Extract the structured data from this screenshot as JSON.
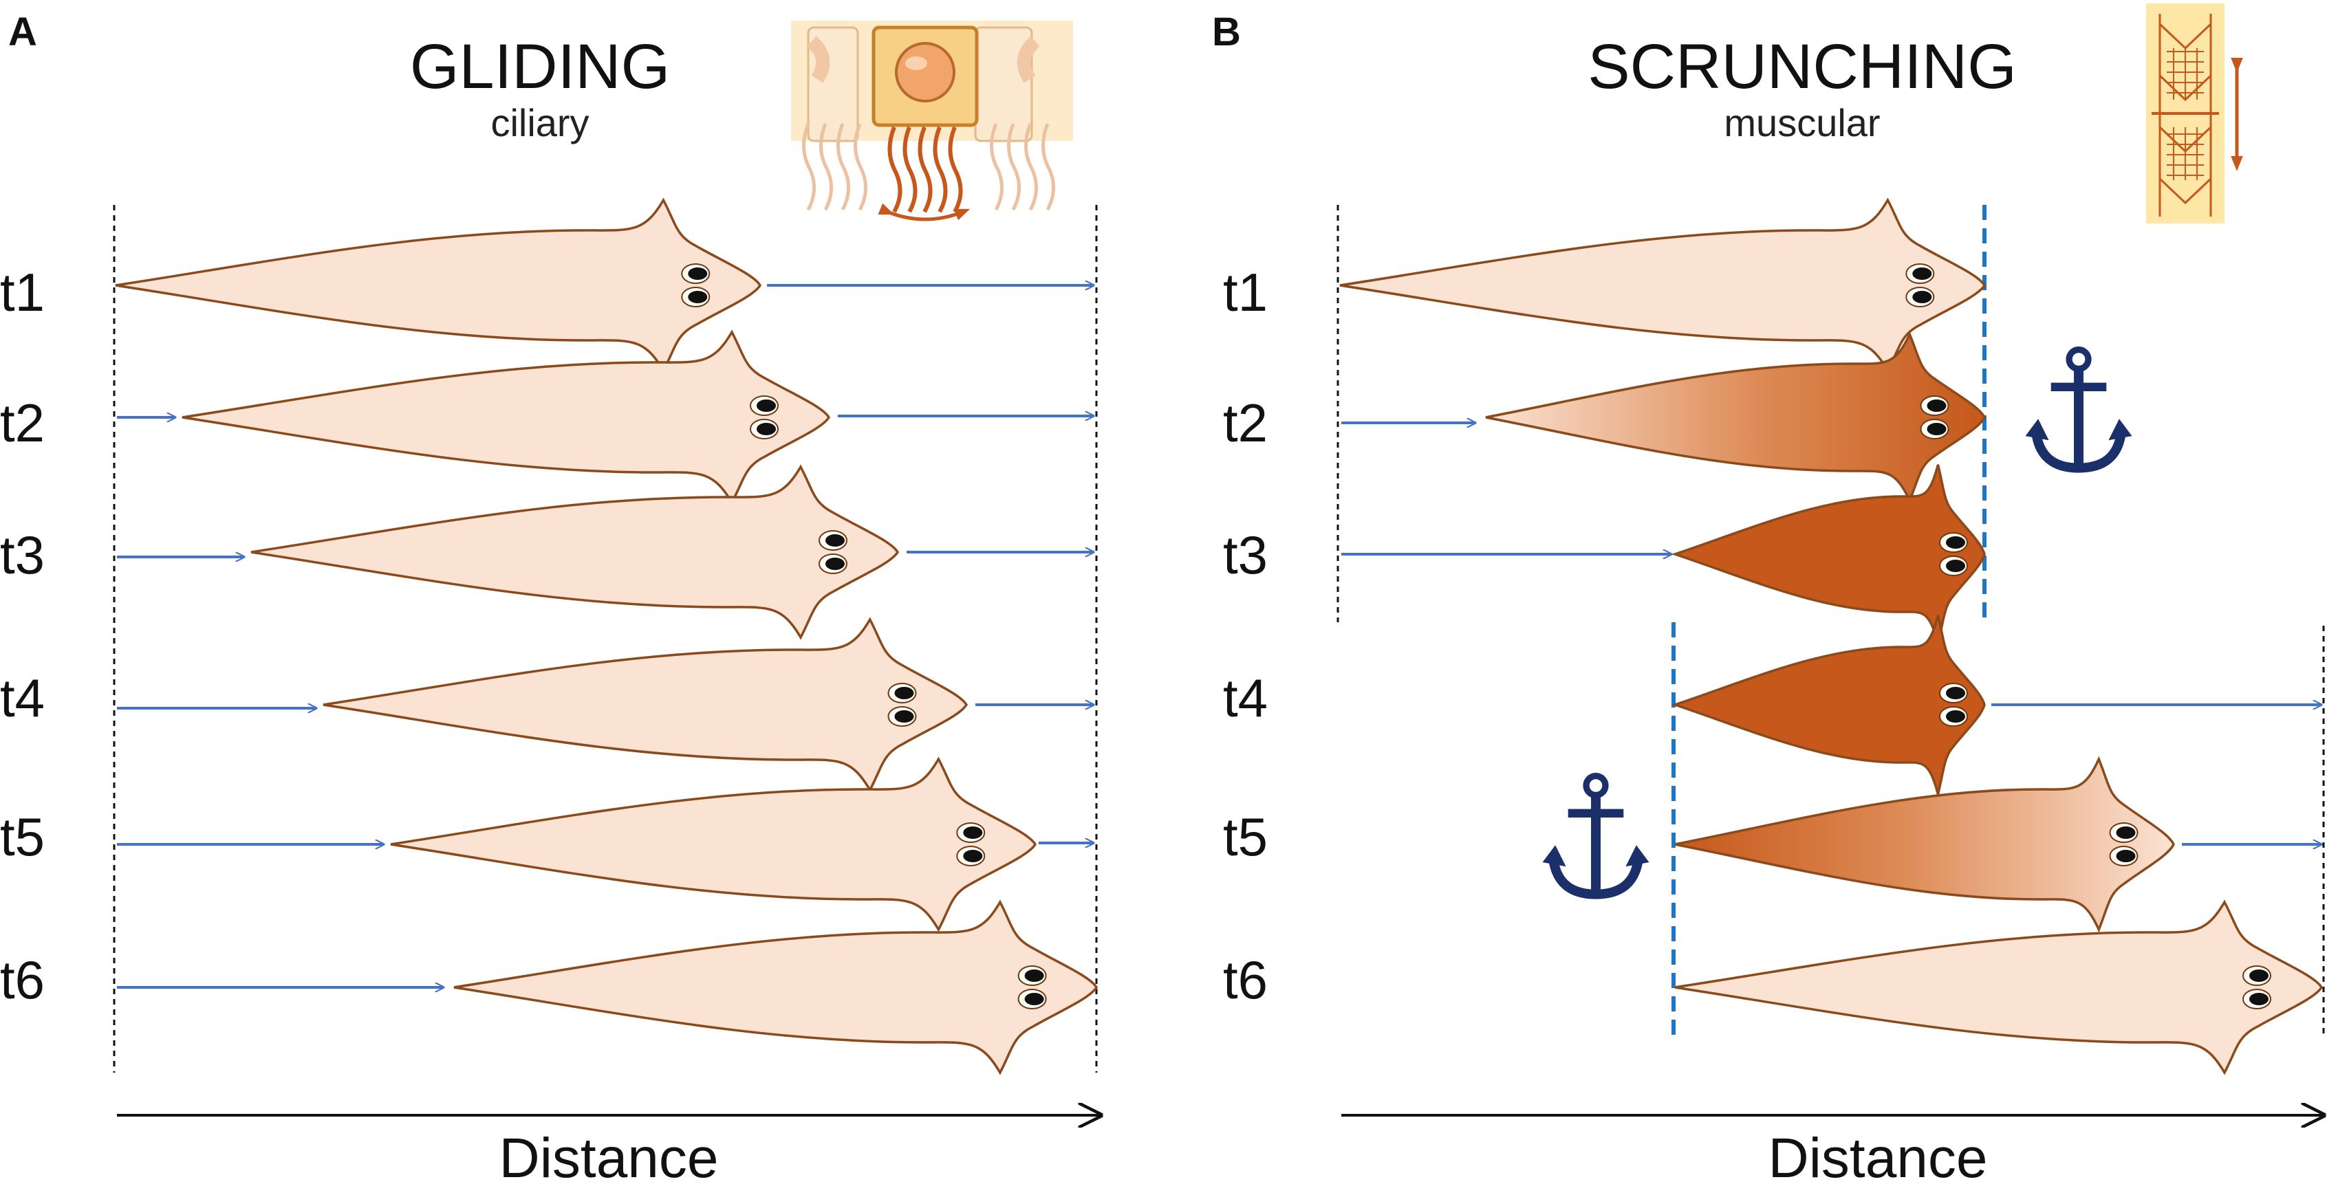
{
  "panels": [
    {
      "letter": "A",
      "title": "GLIDING",
      "subtitle": "ciliary",
      "axis_label": "Distance",
      "rows": [
        "t1",
        "t2",
        "t3",
        "t4",
        "t5",
        "t6"
      ]
    },
    {
      "letter": "B",
      "title": "SCRUNCHING",
      "subtitle": "muscular",
      "axis_label": "Distance",
      "rows": [
        "t1",
        "t2",
        "t3",
        "t4",
        "t5",
        "t6"
      ]
    }
  ],
  "colors": {
    "body_fill": "#fbe3d3",
    "body_outline": "#8a4a1c",
    "muscle_fill": "#c5581a",
    "arrow": "#4472c4",
    "anchor": "#1b2f6b",
    "boundary": "#1f77c4"
  },
  "icons": [
    "cilia-cell-icon",
    "muscle-fiber-icon",
    "anchor-icon"
  ]
}
